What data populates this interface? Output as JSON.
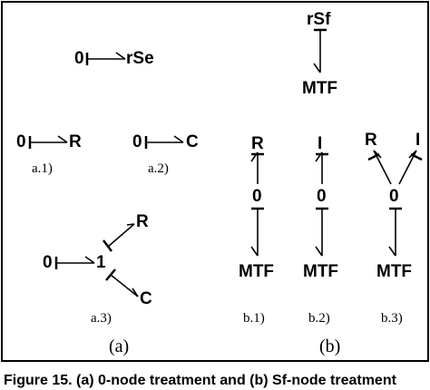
{
  "panel_a": {
    "rse_zero": "0",
    "rse_elem": "rSe",
    "a1_zero": "0",
    "a1_elem": "R",
    "a1_label": "a.1)",
    "a2_zero": "0",
    "a2_elem": "C",
    "a2_label": "a.2)",
    "a3_zero": "0",
    "a3_junction": "1",
    "a3_r": "R",
    "a3_c": "C",
    "a3_label": "a.3)",
    "label": "(a)"
  },
  "panel_b": {
    "rsf": "rSf",
    "mtf_top": "MTF",
    "b1_top": "R",
    "b1_junction": "0",
    "b1_mtf": "MTF",
    "b1_label": "b.1)",
    "b2_top": "I",
    "b2_junction": "0",
    "b2_mtf": "MTF",
    "b2_label": "b.2)",
    "b3_r": "R",
    "b3_i": "I",
    "b3_junction": "0",
    "b3_mtf": "MTF",
    "b3_label": "b.3)",
    "label": "(b)"
  },
  "caption": "Figure 15. (a) 0-node treatment and (b) Sf-node treatment"
}
